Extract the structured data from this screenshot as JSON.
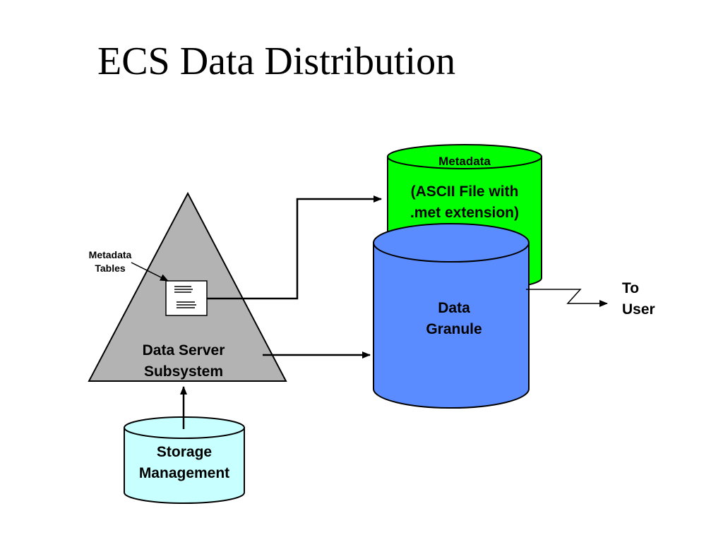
{
  "title": "ECS Data Distribution",
  "colors": {
    "metadata_fill": "#00ff00",
    "granule_fill": "#5b8cff",
    "storage_fill": "#c8ffff",
    "server_fill": "#b3b3b3"
  },
  "nodes": {
    "metadata_file": {
      "label": "Metadata",
      "detail_line1": "(ASCII File with",
      "detail_line2": ".met extension)"
    },
    "data_granule": {
      "line1": "Data",
      "line2": "Granule"
    },
    "data_server": {
      "line1": "Data Server",
      "line2": "Subsystem"
    },
    "metadata_tables": {
      "line1": "Metadata",
      "line2": "Tables"
    },
    "storage_management": {
      "line1": "Storage",
      "line2": "Management"
    },
    "to_user": {
      "line1": "To",
      "line2": "User"
    }
  }
}
